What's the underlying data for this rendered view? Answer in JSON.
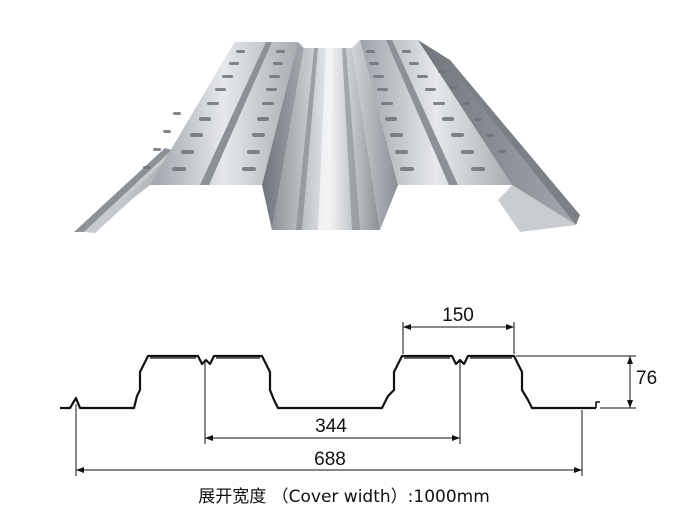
{
  "dimensions": {
    "top_rib_width": "150",
    "profile_height": "76",
    "half_pitch": "344",
    "full_pitch": "688"
  },
  "caption": "展开宽度 （Cover width）:1000mm",
  "colors": {
    "steel_light": "#e4e6e9",
    "steel_mid": "#b9bdc3",
    "steel_dark": "#7e838a",
    "line": "#111111"
  },
  "icons": {
    "product_render": "deck-panel-illustration",
    "cross_section": "profile-drawing"
  }
}
